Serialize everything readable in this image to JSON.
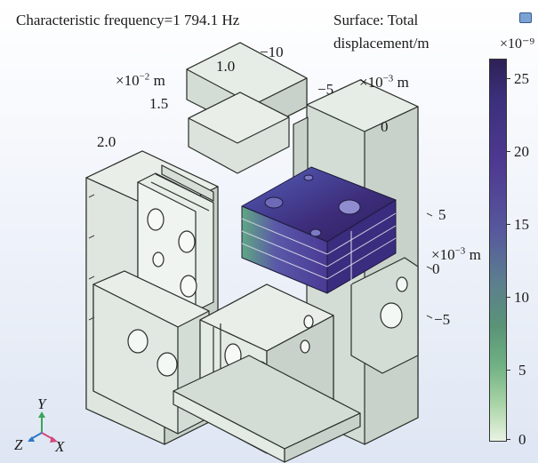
{
  "header": {
    "title": "Characteristic frequency=1 794.1 Hz",
    "surface_line1": "Surface: Total",
    "surface_line2": "displacement/m"
  },
  "colorbar": {
    "exponent": "×10⁻⁹",
    "ticks": [
      "25",
      "20",
      "15",
      "10",
      "5",
      "0"
    ]
  },
  "axes": {
    "left": {
      "unit_prefix": "×10",
      "unit_exp": "−2",
      "unit_suffix": " m",
      "ticks": [
        "1.0",
        "1.5",
        "2.0"
      ]
    },
    "top": {
      "unit_prefix": "×10",
      "unit_exp": "−3",
      "unit_suffix": " m",
      "ticks": [
        "−10",
        "−5",
        "0"
      ]
    },
    "right": {
      "unit_prefix": "×10",
      "unit_exp": "−3",
      "unit_suffix": " m",
      "ticks": [
        "5",
        "0",
        "−5"
      ]
    }
  },
  "triad": {
    "y": "Y",
    "z": "Z",
    "x": "X"
  },
  "colors": {
    "frame": "#d4ddd5",
    "frame_edge": "#2b2f2b",
    "deform_top": "#3d2d7a",
    "deform_mid": "#5a4aa6",
    "deform_green": "#5fa883"
  }
}
